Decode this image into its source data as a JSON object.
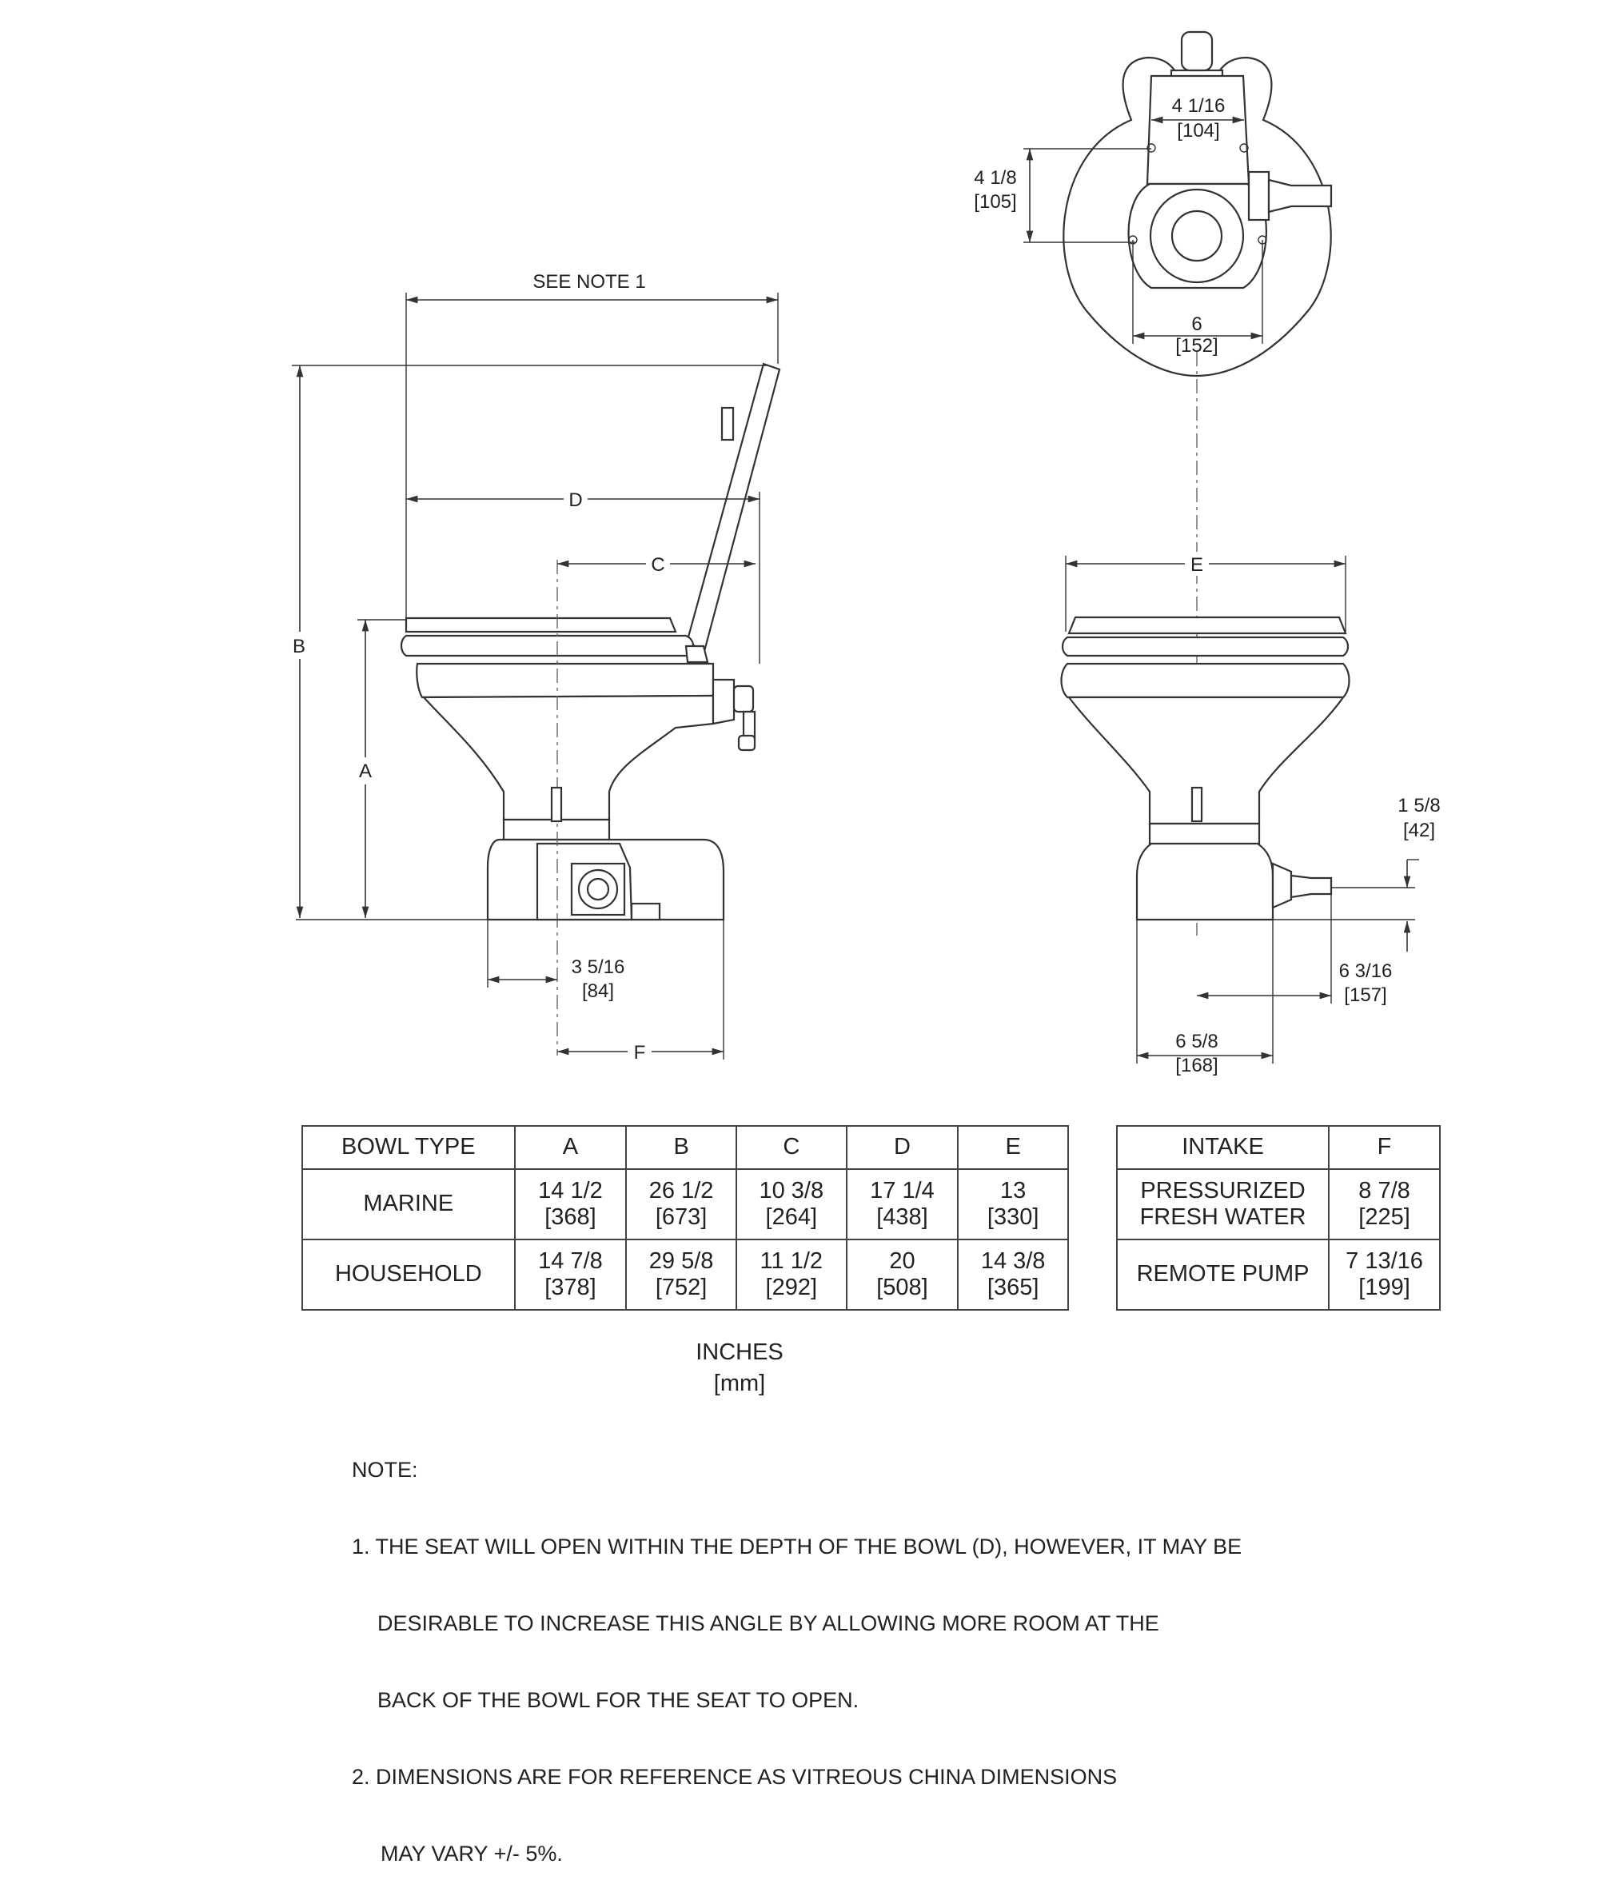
{
  "drawing": {
    "see_note": "SEE NOTE 1",
    "labels": {
      "a": "A",
      "b": "B",
      "c": "C",
      "d": "D",
      "e": "E",
      "f": "F"
    },
    "top_view": {
      "dim_top_in": "4 1/16",
      "dim_top_mm": "[104]",
      "dim_side_in": "4 1/8",
      "dim_side_mm": "[105]",
      "dim_bottom_in": "6",
      "dim_bottom_mm": "[152]"
    },
    "side_view": {
      "dim_base_in": "3 5/16",
      "dim_base_mm": "[84]"
    },
    "front_view": {
      "dim_intake_height_in": "1 5/8",
      "dim_intake_height_mm": "[42]",
      "dim_intake_offset_in": "6 3/16",
      "dim_intake_offset_mm": "[157]",
      "dim_base_width_in": "6 5/8",
      "dim_base_width_mm": "[168]"
    }
  },
  "bowl_table": {
    "headers": [
      "BOWL TYPE",
      "A",
      "B",
      "C",
      "D",
      "E"
    ],
    "rows": [
      {
        "type": "MARINE",
        "values": [
          {
            "in": "14 1/2",
            "mm": "[368]"
          },
          {
            "in": "26 1/2",
            "mm": "[673]"
          },
          {
            "in": "10 3/8",
            "mm": "[264]"
          },
          {
            "in": "17 1/4",
            "mm": "[438]"
          },
          {
            "in": "13",
            "mm": "[330]"
          }
        ]
      },
      {
        "type": "HOUSEHOLD",
        "values": [
          {
            "in": "14 7/8",
            "mm": "[378]"
          },
          {
            "in": "29 5/8",
            "mm": "[752]"
          },
          {
            "in": "11 1/2",
            "mm": "[292]"
          },
          {
            "in": "20",
            "mm": "[508]"
          },
          {
            "in": "14 3/8",
            "mm": "[365]"
          }
        ]
      }
    ]
  },
  "intake_table": {
    "headers": [
      "INTAKE",
      "F"
    ],
    "rows": [
      {
        "type_line1": "PRESSURIZED",
        "type_line2": "FRESH WATER",
        "in": "8 7/8",
        "mm": "[225]"
      },
      {
        "type_line1": "REMOTE PUMP",
        "type_line2": "",
        "in": "7 13/16",
        "mm": "[199]"
      }
    ]
  },
  "units": {
    "line1": "INCHES",
    "line2": "[mm]"
  },
  "notes": {
    "title": "NOTE:",
    "lines": [
      "1. THE SEAT WILL OPEN WITHIN THE DEPTH OF THE BOWL (D), HOWEVER, IT MAY BE",
      "DESIRABLE TO INCREASE THIS ANGLE BY ALLOWING MORE ROOM AT THE",
      "BACK OF THE BOWL FOR THE SEAT TO OPEN.",
      "2. DIMENSIONS ARE FOR REFERENCE AS VITREOUS CHINA DIMENSIONS",
      "MAY VARY +/- 5%."
    ]
  }
}
